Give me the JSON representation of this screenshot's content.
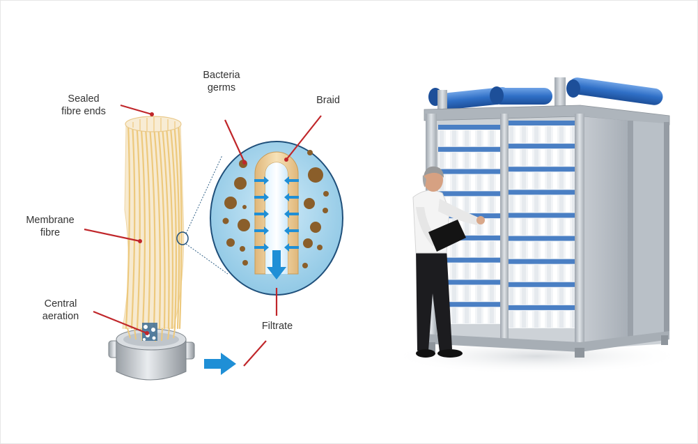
{
  "labels": {
    "sealed_ends": "Sealed\nfibre ends",
    "bacteria": "Bacteria\ngerms",
    "braid": "Braid",
    "membrane": "Membrane\nfibre",
    "aeration": "Central\naeration",
    "filtrate": "Filtrate"
  },
  "colors": {
    "leader_line": "#c0262a",
    "fibre": "#f0d398",
    "zoom_fill": "#a9d8ee",
    "germ": "#8a5e2a",
    "arrow": "#1f8fd6",
    "frame_metal": "#b5bcc4",
    "module_blue": "#4a7fc4"
  }
}
